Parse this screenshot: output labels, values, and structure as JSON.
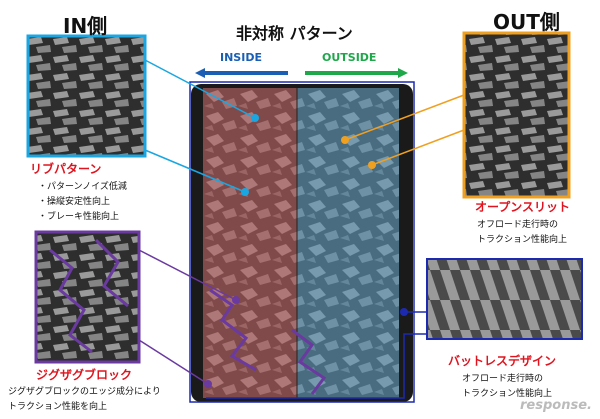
{
  "headings": {
    "in_side": "IN側",
    "out_side": "OUT側",
    "center": "非対称 パターン"
  },
  "arrows": {
    "inside": "INSIDE",
    "outside": "OUTSIDE"
  },
  "features": {
    "rib": {
      "title": "リブパターン",
      "points": [
        "・パターンノイズ低減",
        "・操縦安定性向上",
        "・ブレーキ性能向上"
      ]
    },
    "open_slit": {
      "title": "オープンスリット",
      "desc": [
        "オフロード走行時の",
        "トラクション性能向上"
      ]
    },
    "zigzag": {
      "title": "ジグザグブロック",
      "desc": [
        "ジグザグブロックのエッジ成分により",
        "トラクション性能を向上"
      ]
    },
    "buttress": {
      "title": "バットレスデザイン",
      "desc": [
        "オフロード走行時の",
        "トラクション性能向上"
      ]
    }
  },
  "watermark": "response.",
  "colors": {
    "in_panel": "#1aa6e0",
    "out_panel": "#f0a020",
    "zigzag_panel": "#6a3aa0",
    "buttress_panel": "#1c2ab0",
    "inside_arrow": "#1a5fb4",
    "outside_arrow": "#1fa84a",
    "red_text": "#e0141e"
  }
}
